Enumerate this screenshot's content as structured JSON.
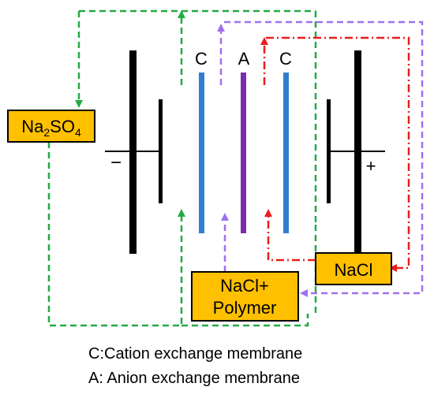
{
  "membranes": {
    "left_cation": "C",
    "anion": "A",
    "right_cation": "C"
  },
  "electrodes": {
    "negative_sign": "−",
    "positive_sign": "+"
  },
  "boxes": {
    "na2so4": {
      "main": "Na",
      "sub": "2",
      "mid": "SO",
      "sub2": "4"
    },
    "nacl": "NaCl",
    "nacl_polymer_line1": "NaCl+",
    "nacl_polymer_line2": "Polymer"
  },
  "legend": {
    "cation": "C:Cation exchange membrane",
    "anion": "A: Anion exchange membrane"
  },
  "colors": {
    "green_loop": "#22aa44",
    "purple_loop": "#a070f0",
    "red_loop": "#ee1c1c",
    "cation_membrane": "#2f7fd0",
    "anion_membrane": "#7a2db0",
    "box_fill": "#ffc000",
    "box_border": "#000000"
  }
}
